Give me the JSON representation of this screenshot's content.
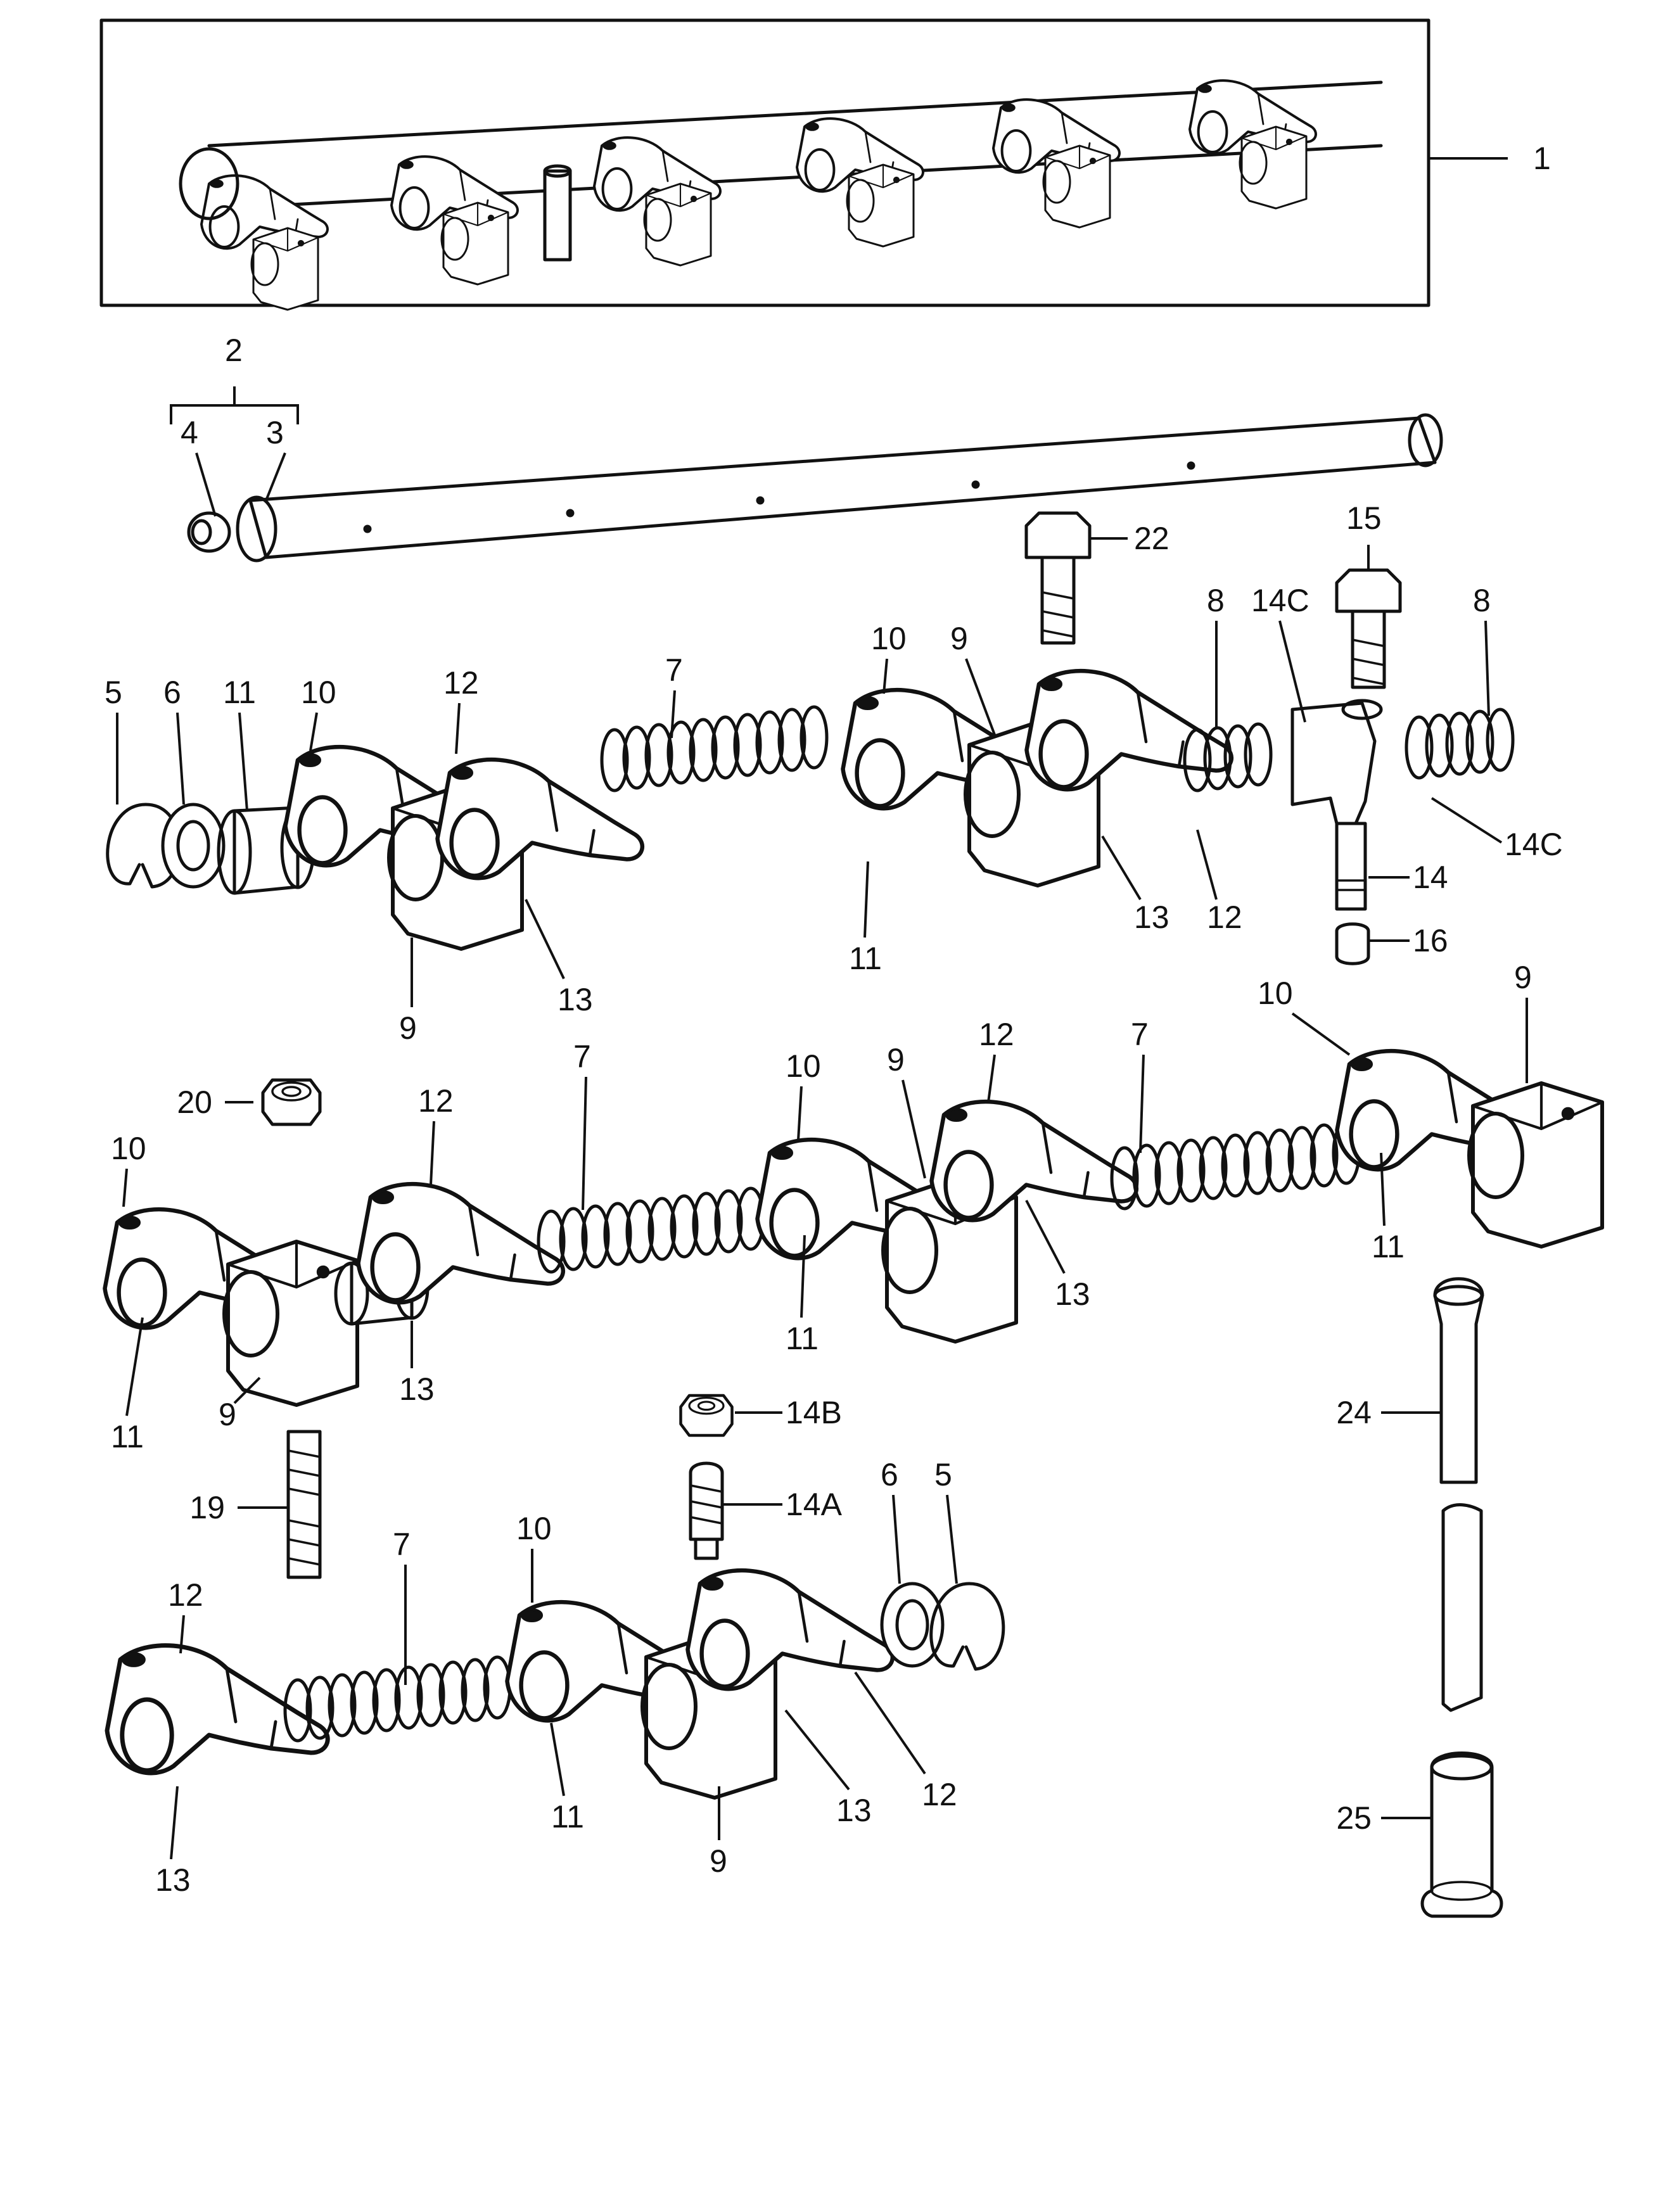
{
  "diagram": {
    "labels": {
      "l1": "1",
      "l2": "2",
      "l3": "3",
      "l4": "4",
      "l5": "5",
      "l6": "6",
      "l7": "7",
      "l8": "8",
      "l9": "9",
      "l10": "10",
      "l11": "11",
      "l12": "12",
      "l13": "13",
      "l14": "14",
      "l14a": "14A",
      "l14b": "14B",
      "l14c": "14C",
      "l15": "15",
      "l16": "16",
      "l19": "19",
      "l20": "20",
      "l22": "22",
      "l24": "24",
      "l25": "25"
    }
  }
}
